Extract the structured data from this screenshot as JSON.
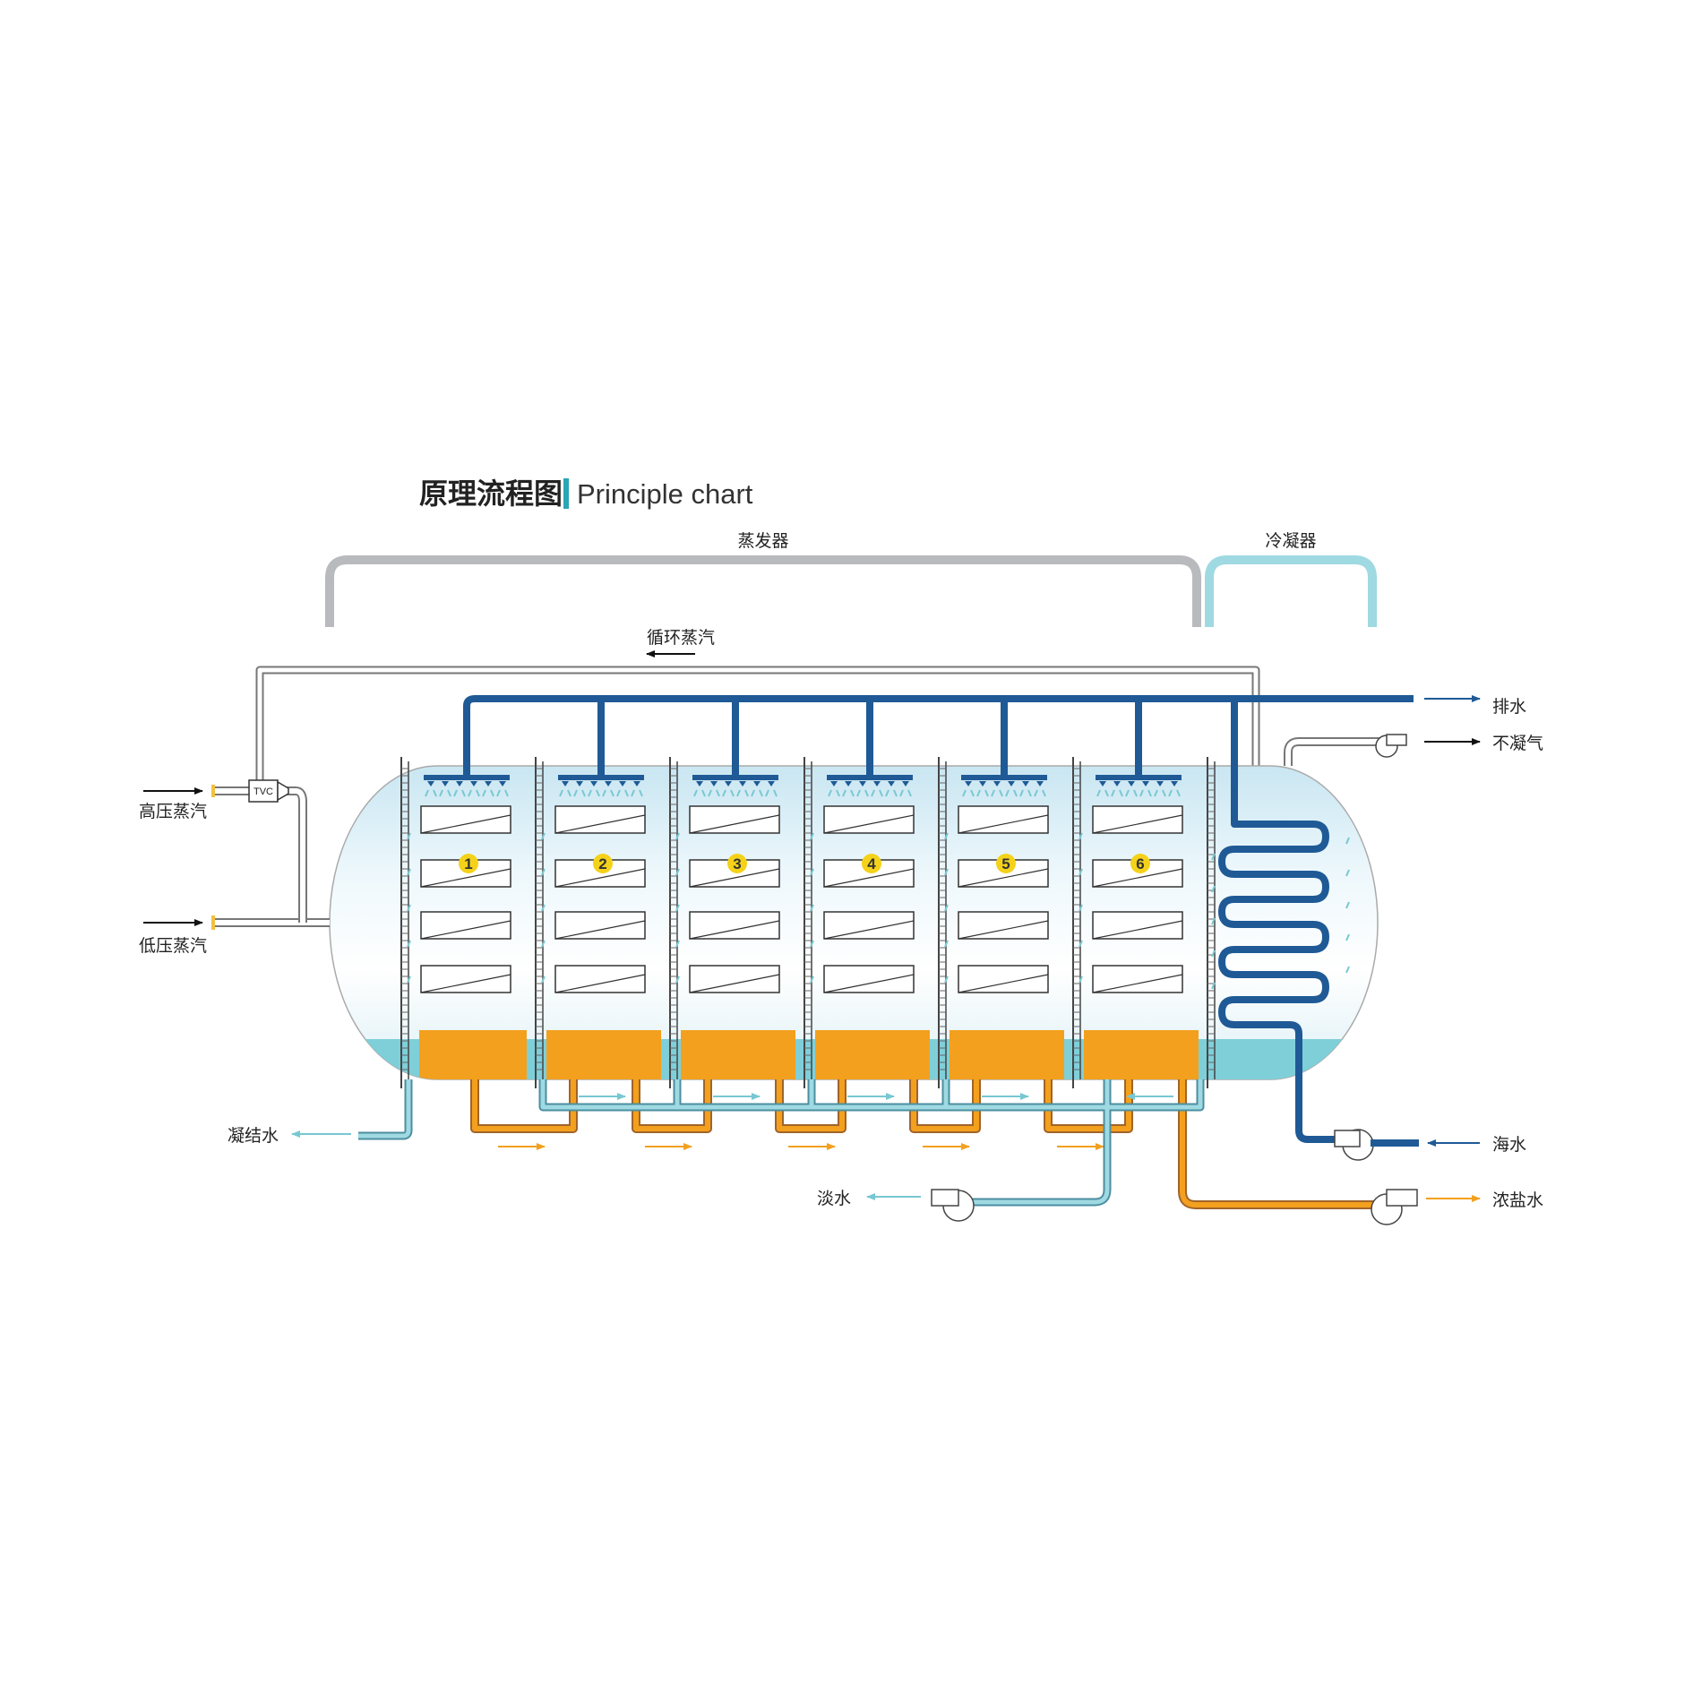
{
  "title": {
    "zh": "原理流程图",
    "en": "Principle chart"
  },
  "sections": {
    "evaporator": "蒸发器",
    "condenser": "冷凝器"
  },
  "labels": {
    "recycle_steam": "循环蒸汽",
    "drain": "排水",
    "non_condensable_gas": "不凝气",
    "high_pressure_steam": "高压蒸汽",
    "low_pressure_steam": "低压蒸汽",
    "condensate": "凝结水",
    "seawater": "海水",
    "fresh_water": "淡水",
    "brine": "浓盐水",
    "tvc": "TVC"
  },
  "effects": [
    "1",
    "2",
    "3",
    "4",
    "5",
    "6"
  ],
  "colors": {
    "seawater_pipe": "#1f5a96",
    "brine": "#f3a01e",
    "fresh_water": "#78c8d2",
    "vessel_gray": "#b8babd",
    "condenser_bracket": "#9fd9e2",
    "effect_badge": "#f5d21a",
    "accent_bar": "#2aa6b4"
  }
}
